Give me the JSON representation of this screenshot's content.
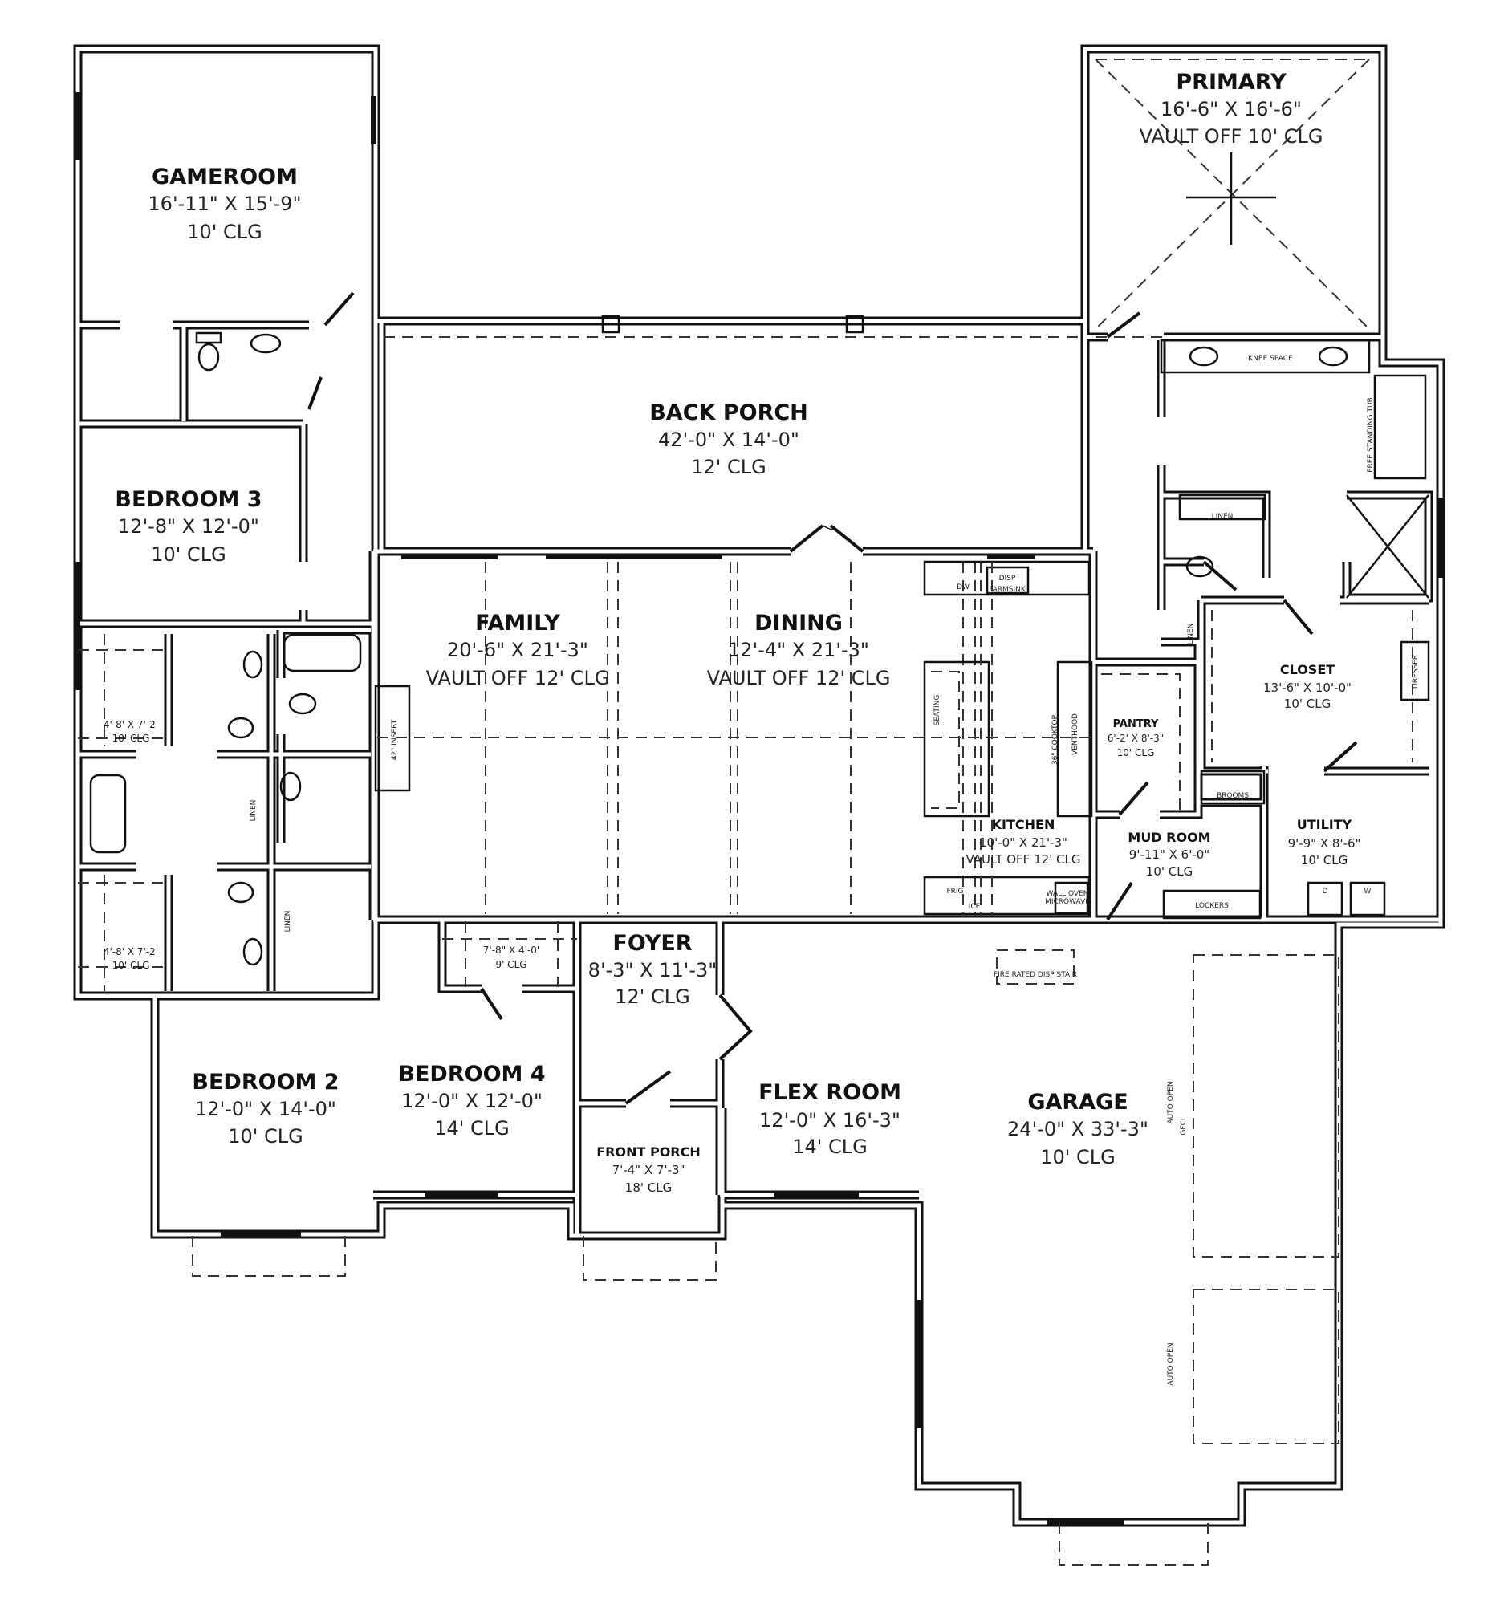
{
  "rooms": [
    {
      "name": "GAMEROOM",
      "dims": "16'-11\" X 15'-9\"",
      "clg": "10' CLG"
    },
    {
      "name": "PRIMARY",
      "dims": "16'-6\" X 16'-6\"",
      "clg": "VAULT OFF 10' CLG"
    },
    {
      "name": "BACK PORCH",
      "dims": "42'-0\" X 14'-0\"",
      "clg": "12' CLG"
    },
    {
      "name": "BEDROOM 3",
      "dims": "12'-8\" X 12'-0\"",
      "clg": "10' CLG"
    },
    {
      "name": "FAMILY",
      "dims": "20'-6\" X 21'-3\"",
      "clg": "VAULT OFF 12' CLG"
    },
    {
      "name": "DINING",
      "dims": "12'-4\" X 21'-3\"",
      "clg": "VAULT OFF 12' CLG"
    },
    {
      "name": "CLOSET",
      "dims": "13'-6\" X 10'-0\"",
      "clg": "10' CLG"
    },
    {
      "name": "PANTRY",
      "dims": "6'-2' X 8'-3\"",
      "clg": "10' CLG"
    },
    {
      "name": "KITCHEN",
      "dims": "10'-0\" X 21'-3\"",
      "clg": "VAULT OFF 12' CLG"
    },
    {
      "name": "MUD ROOM",
      "dims": "9'-11\" X 6'-0\"",
      "clg": "10' CLG"
    },
    {
      "name": "UTILITY",
      "dims": "9'-9\" X 8'-6\"",
      "clg": "10' CLG"
    },
    {
      "name": "FOYER",
      "dims": "8'-3\" X 11'-3\"",
      "clg": "12' CLG"
    },
    {
      "name": "BEDROOM 2",
      "dims": "12'-0\" X 14'-0\"",
      "clg": "10' CLG"
    },
    {
      "name": "BEDROOM 4",
      "dims": "12'-0\" X 12'-0\"",
      "clg": "14' CLG"
    },
    {
      "name": "FLEX ROOM",
      "dims": "12'-0\" X 16'-3\"",
      "clg": "14' CLG"
    },
    {
      "name": "GARAGE",
      "dims": "24'-0\" X 33'-3\"",
      "clg": "10' CLG"
    },
    {
      "name": "FRONT PORCH",
      "dims": "7'-4\" X 7'-3\"",
      "clg": "18' CLG"
    }
  ],
  "closets": [
    {
      "dims": "4'-8' X 7'-2'",
      "clg": "10' CLG"
    },
    {
      "dims": "4'-8' X 7'-2'",
      "clg": "10' CLG"
    },
    {
      "dims": "7'-8\" X 4'-0'",
      "clg": "9' CLG"
    }
  ],
  "fixtures": {
    "knee_space": "KNEE SPACE",
    "tub": "FREE STANDING TUB",
    "linen_primary": "LINEN",
    "linen_primary_2": "LINEN",
    "linen_bath": "LINEN",
    "linen_hall": "LINEN",
    "dresser": "DRESSER",
    "brooms": "BROOMS",
    "lockers": "LOCKERS",
    "dryer": "D",
    "washer": "W",
    "dw": "DW",
    "disp": "DISP",
    "farmsink": "FARMSINK",
    "seating": "SEATING",
    "cooktop": "36\" COOKTOP",
    "venthood": "VENTHOOD",
    "frig": "FRIG",
    "ice": "ICE",
    "wall_oven": "WALL OVEN",
    "microwave": "MICROWAVE",
    "insert": "42\" INSERT",
    "fire_stair": "FIRE RATED DISP STAIR",
    "auto_open_1": "AUTO OPEN",
    "auto_open_2": "AUTO OPEN",
    "gfci": "GFCI"
  }
}
